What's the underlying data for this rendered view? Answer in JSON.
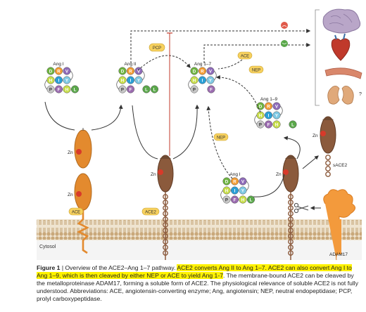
{
  "labels": {
    "ang_i_left": "Ang I",
    "ang_ii": "Ang II",
    "ang_1_7": "Ang 1–7",
    "ang_1_9": "Ang 1–9",
    "ang_i_bottom": "Ang I",
    "pcp": "PCP",
    "ace_top": "ACE",
    "nep_top": "NEP",
    "nep_mid": "NEP",
    "ace_membrane": "ACE",
    "ace2_membrane": "ACE2",
    "sace2": "sACE2",
    "adam17": "ADAM17",
    "cytosol": "Cytosol",
    "zn": "Zn",
    "question": "?"
  },
  "residues": {
    "row1": [
      "D",
      "R",
      "V"
    ],
    "row2": [
      "H",
      "I",
      "Y"
    ],
    "row3_full": [
      "P",
      "F",
      "H",
      "L"
    ],
    "row3_ang19": [
      "P",
      "F",
      "H"
    ],
    "split_l": "L",
    "split_f": "F",
    "split_p": "P"
  },
  "colors": {
    "D": "#6db33f",
    "R": "#f39c33",
    "V": "#8e6bb8",
    "H": "#c7dd4a",
    "I": "#2a9fd6",
    "Y": "#7ec8e3",
    "P": "#c8c8c8",
    "F": "#9b6bb0",
    "L": "#5aa84a",
    "ace": "#e38a2e",
    "ace2": "#8b5a3c",
    "zn": "#d83a2a",
    "membrane": "#c9a87a",
    "membrane_bg": "#e9dcc6",
    "pill": "#f7d15e",
    "highlight": "#fff200"
  },
  "caption": {
    "title": "Figure 1",
    "sep": " | ",
    "text1": "Overview of the ACE2–Ang 1–7 pathway. ",
    "hl1": "ACE2 converts Ang II to Ang 1–7. ACE2 can also convert Ang I to Ang 1–9, which is then cleaved by either NEP or ACE to yield Ang 1-7",
    "text2": ". The membrane-bound ACE2 can be cleaved by the metalloproteinase ADAM17, forming a soluble form of ACE2. The physiological relevance of soluble ACE2 is not fully understood. Abbreviations: ACE, angiotensin-converting enzyme; Ang, angiotensin; NEP, neutral endopeptidase; PCP, prolyl carboxypeptidase."
  }
}
